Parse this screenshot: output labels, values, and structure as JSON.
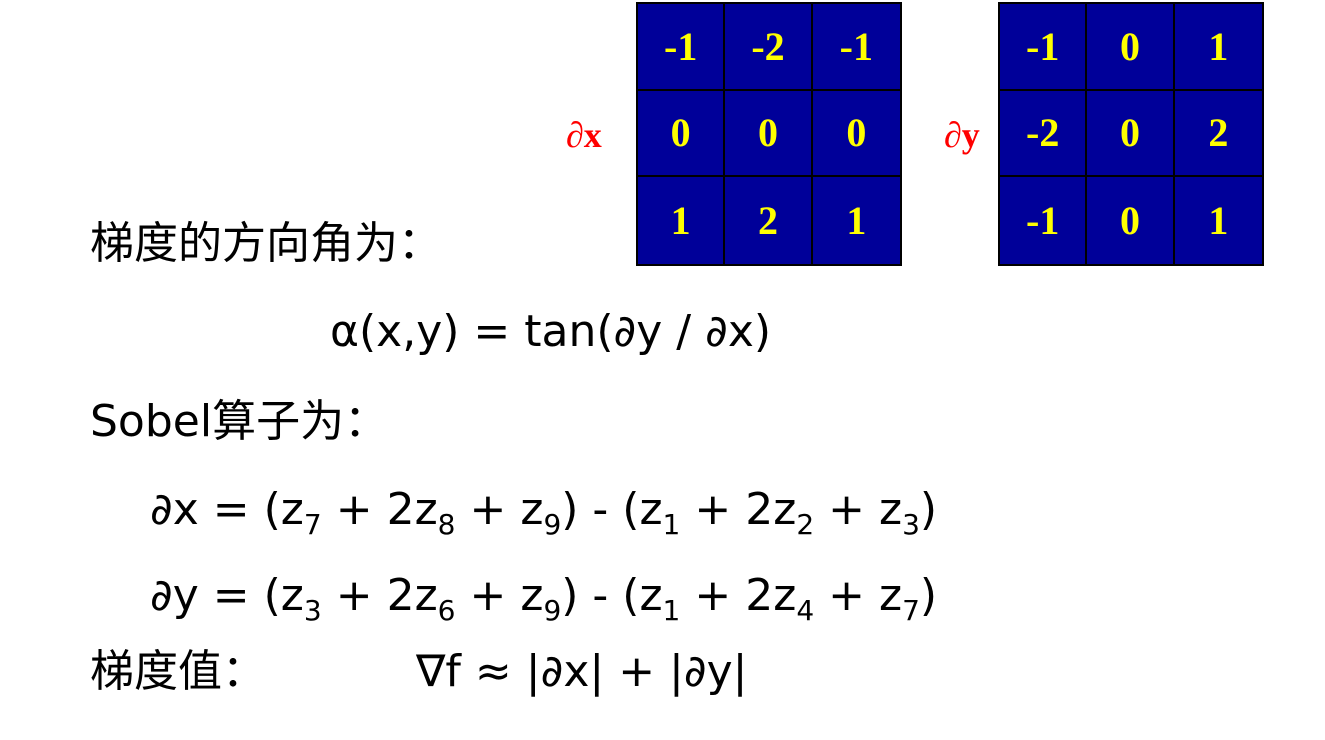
{
  "matrix_x": {
    "label": "∂x",
    "rows": [
      [
        "-1",
        "-2",
        "-1"
      ],
      [
        "0",
        "0",
        "0"
      ],
      [
        "1",
        "2",
        "1"
      ]
    ]
  },
  "matrix_y": {
    "label": "∂y",
    "rows": [
      [
        "-1",
        "0",
        "1"
      ],
      [
        "-2",
        "0",
        "2"
      ],
      [
        "-1",
        "0",
        "1"
      ]
    ]
  },
  "colors": {
    "matrix_bg": "#000099",
    "matrix_text": "#ffff00",
    "matrix_label": "#ff0000"
  },
  "lines": {
    "direction_heading": "梯度的方向角为：",
    "alpha_formula": "α(x,y) = tan(∂y / ∂x)",
    "sobel_heading": "Sobel算子为：",
    "gx": {
      "lhs": "∂x = (z",
      "s1": "7",
      "t1": " + 2z",
      "s2": "8",
      "t2": " + z",
      "s3": "9",
      "t3": ") - (z",
      "s4": "1",
      "t4": " + 2z",
      "s5": "2",
      "t5": " + z",
      "s6": "3",
      "t6": ")"
    },
    "gy": {
      "lhs": "∂y = (z",
      "s1": "3",
      "t1": " + 2z",
      "s2": "6",
      "t2": " + z",
      "s3": "9",
      "t3": ") - (z",
      "s4": "1",
      "t4": " + 2z",
      "s5": "4",
      "t5": " + z",
      "s6": "7",
      "t6": ")"
    },
    "gradient_heading": "梯度值：",
    "gradient_formula": "∇f ≈ |∂x| + |∂y|"
  }
}
